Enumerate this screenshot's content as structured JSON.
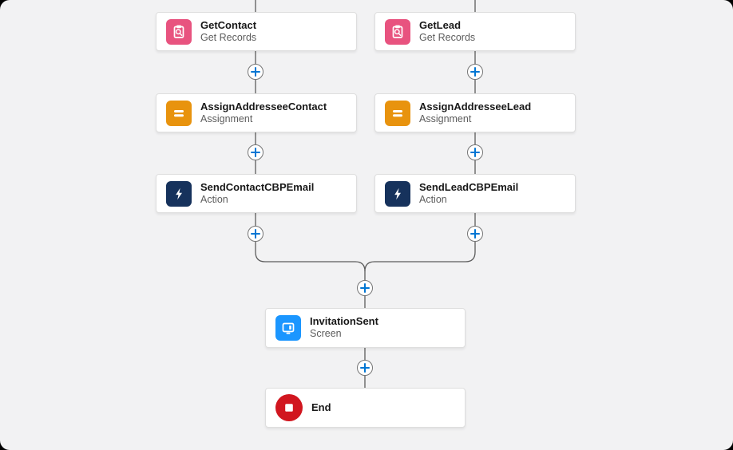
{
  "canvas": {
    "background_color": "#f2f2f3",
    "connector_color": "#5c5c5c",
    "plus_color": "#0176d3"
  },
  "nodes": [
    {
      "id": "get-contact",
      "title": "GetContact",
      "subtitle": "Get Records",
      "type": "get-records",
      "icon": "record-lookup-icon",
      "icon_color": "#e8537f"
    },
    {
      "id": "get-lead",
      "title": "GetLead",
      "subtitle": "Get Records",
      "type": "get-records",
      "icon": "record-lookup-icon",
      "icon_color": "#e8537f"
    },
    {
      "id": "assign-addressee-contact",
      "title": "AssignAddresseeContact",
      "subtitle": "Assignment",
      "type": "assignment",
      "icon": "assignment-icon",
      "icon_color": "#e8930e"
    },
    {
      "id": "assign-addressee-lead",
      "title": "AssignAddresseeLead",
      "subtitle": "Assignment",
      "type": "assignment",
      "icon": "assignment-icon",
      "icon_color": "#e8930e"
    },
    {
      "id": "send-contact-cbp-email",
      "title": "SendContactCBPEmail",
      "subtitle": "Action",
      "type": "action",
      "icon": "lightning-bolt-icon",
      "icon_color": "#16325c"
    },
    {
      "id": "send-lead-cbp-email",
      "title": "SendLeadCBPEmail",
      "subtitle": "Action",
      "type": "action",
      "icon": "screen-icon",
      "icon_color": "#16325c"
    },
    {
      "id": "invitation-sent",
      "title": "InvitationSent",
      "subtitle": "Screen",
      "type": "screen",
      "icon": "monitor-icon",
      "icon_color": "#1b96ff"
    },
    {
      "id": "end",
      "title": "End",
      "subtitle": "",
      "type": "end",
      "icon": "stop-icon",
      "icon_color": "#d1161f"
    }
  ]
}
